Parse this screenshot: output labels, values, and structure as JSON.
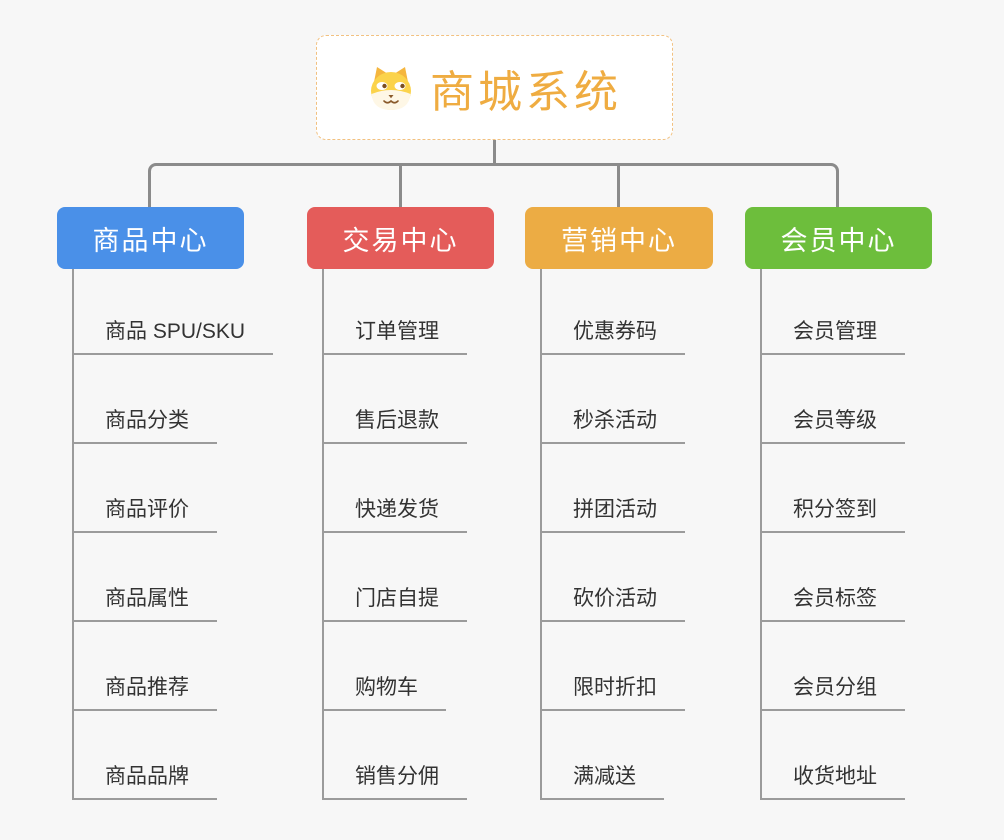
{
  "root": {
    "title": "商城系统",
    "icon": "shiba-dog-icon"
  },
  "branches": [
    {
      "label": "商品中心",
      "color": "#4a90e8",
      "children": [
        "商品 SPU/SKU",
        "商品分类",
        "商品评价",
        "商品属性",
        "商品推荐",
        "商品品牌"
      ]
    },
    {
      "label": "交易中心",
      "color": "#e45c5a",
      "children": [
        "订单管理",
        "售后退款",
        "快递发货",
        "门店自提",
        "购物车",
        "销售分佣"
      ]
    },
    {
      "label": "营销中心",
      "color": "#ecac44",
      "children": [
        "优惠券码",
        "秒杀活动",
        "拼团活动",
        "砍价活动",
        "限时折扣",
        "满减送"
      ]
    },
    {
      "label": "会员中心",
      "color": "#6dbe3c",
      "children": [
        "会员管理",
        "会员等级",
        "积分签到",
        "会员标签",
        "会员分组",
        "收货地址"
      ]
    }
  ],
  "colors": {
    "background": "#f7f7f7",
    "root_accent": "#efac41",
    "root_border": "#f2c180",
    "connector": "#8b8b8b",
    "leaf_line": "#9b9b9b",
    "leaf_text": "#333333"
  }
}
